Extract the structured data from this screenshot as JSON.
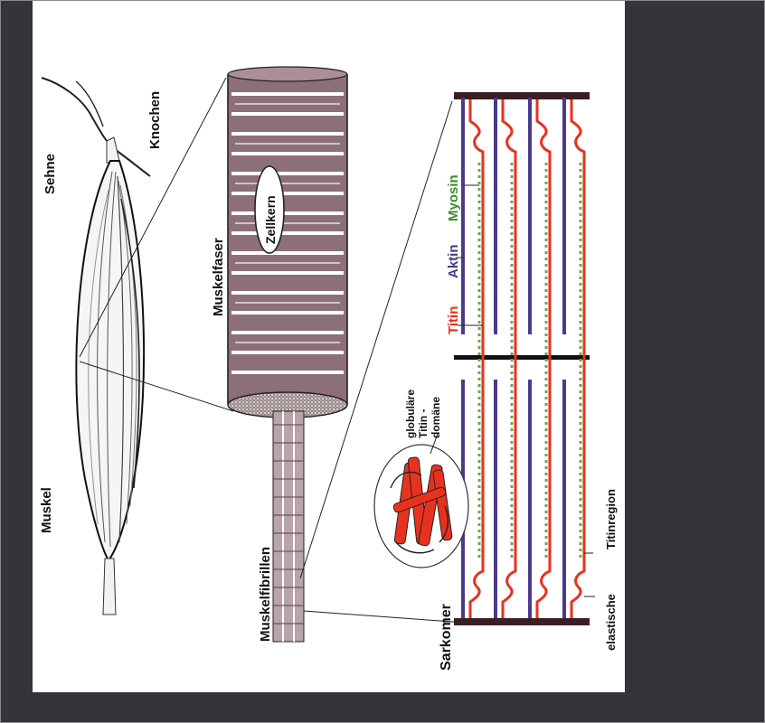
{
  "labels": {
    "knochen": "Knochen",
    "sehne": "Sehne",
    "muskel": "Muskel",
    "muskelfaser": "Muskelfaser",
    "zellkern": "Zellkern",
    "muskelfibrillen": "Muskelfibrillen",
    "sarkomer": "Sarkomer",
    "myosin": "Myosin",
    "aktin": "Aktin",
    "titin": "Titin",
    "globulaere_1": "globuläre",
    "globulaere_2": "Titin -",
    "globulaere_3": "domäne",
    "elastisch_1": "elastische",
    "elastisch_2": "Titinregion"
  },
  "colors": {
    "background": "#34343a",
    "panel": "#ffffff",
    "fiber": "#8d6f79",
    "aktin": "#4a3a8c",
    "titin": "#e8321e",
    "myosin": "#3f8c2e",
    "z_disc": "#3b1e22"
  }
}
